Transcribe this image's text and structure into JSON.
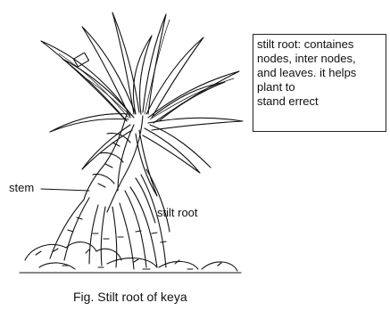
{
  "labels": {
    "stem": "stem",
    "stilt_root": "stilt root"
  },
  "note_lines": [
    "stilt root: containes",
    "nodes, inter nodes,",
    "and leaves. it helps",
    "plant to",
    "stand errect"
  ],
  "caption": "Fig. Stilt root of keya",
  "colors": {
    "ink": "#111111",
    "background": "#ffffff"
  }
}
